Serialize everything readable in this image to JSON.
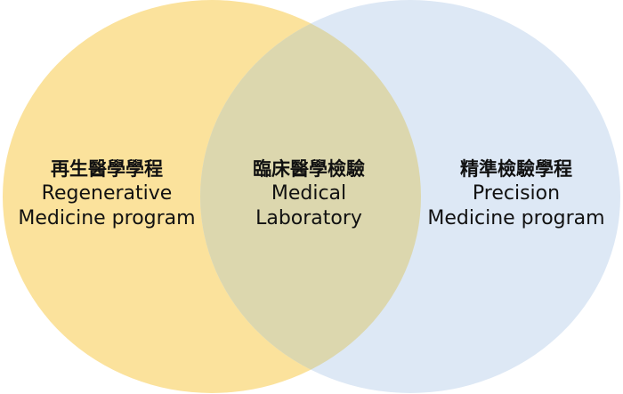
{
  "colors": {
    "left": "#FBE29C",
    "right": "#DDE8F5",
    "overlap": "#DCD7AE"
  },
  "left": {
    "zh": "再生醫學學程",
    "en1": "Regenerative",
    "en2": "Medicine program"
  },
  "center": {
    "zh": "臨床醫學檢驗",
    "en1": "Medical",
    "en2": "Laboratory"
  },
  "right": {
    "zh": "精準檢驗學程",
    "en1": "Precision",
    "en2": "Medicine program"
  }
}
